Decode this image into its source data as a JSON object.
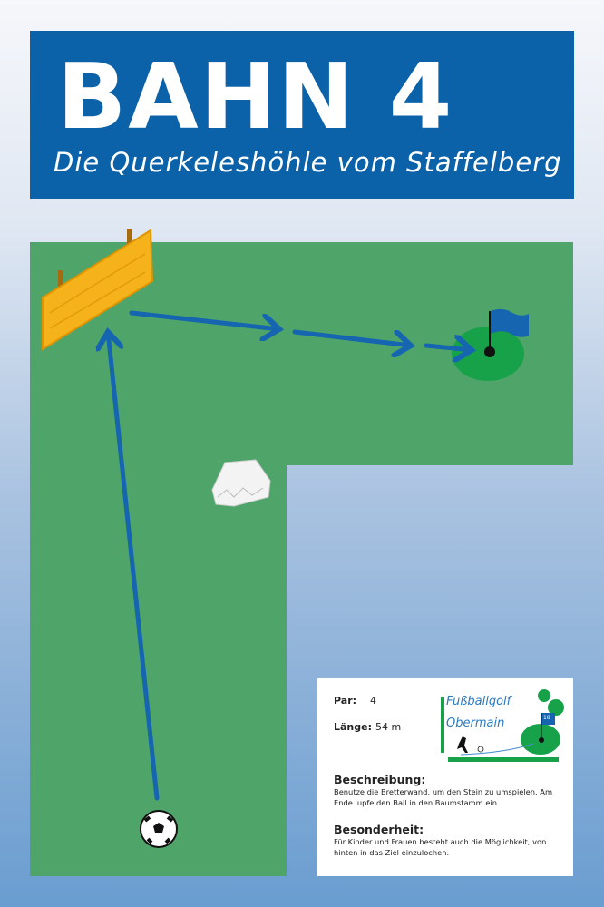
{
  "header": {
    "title": "BAHN 4",
    "subtitle": "Die Querkeleshöhle vom Staffelberg"
  },
  "info": {
    "par_label": "Par:",
    "par_value": "4",
    "length_label": "Länge:",
    "length_value": "54 m",
    "description_heading": "Beschreibung:",
    "description_text": "Benutze die Bretterwand, um den Stein zu umspielen. Am Ende lupfe den Ball in den Baumstamm ein.",
    "special_heading": "Besonderheit:",
    "special_text": "Für Kinder und Frauen besteht auch die Möglichkeit, von hinten in das Ziel einzulochen."
  },
  "logo": {
    "line1": "Fußballgolf",
    "line2": "Obermain",
    "flag_number": "18"
  },
  "colors": {
    "header": "#0b62a8",
    "fairway": "#4fa46a",
    "arrow": "#1565b0",
    "board": "#f5b21a"
  }
}
